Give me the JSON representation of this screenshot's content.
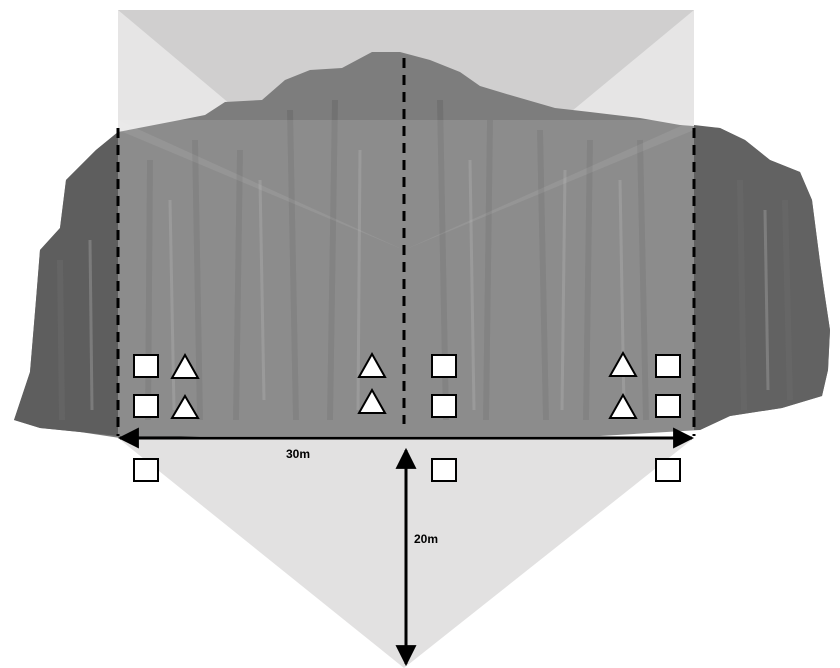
{
  "dimensions": {
    "width_label": "30m",
    "depth_label": "20m"
  },
  "colors": {
    "background": "#ffffff",
    "rock_dark": "#6f6f6f",
    "rock_mid": "#858585",
    "rock_light": "#9a9a9a",
    "panel_light": "#e4e3e3",
    "panel_mid": "#d6d5d5",
    "line": "#000000",
    "marker_fill": "#ffffff"
  },
  "legend_markers": {
    "square": "square-marker",
    "triangle": "triangle-marker"
  }
}
